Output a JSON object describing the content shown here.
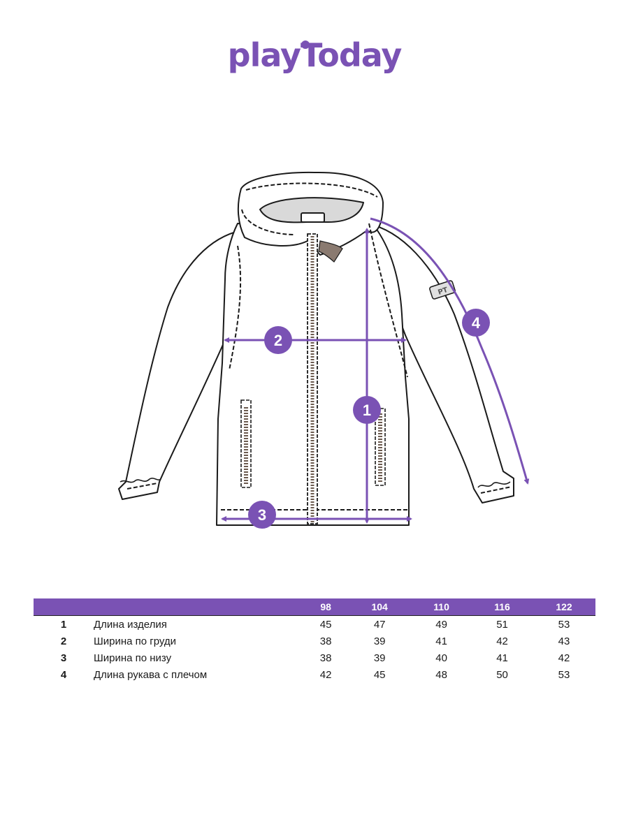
{
  "brand": {
    "logo_text": "playToday",
    "accent_color": "#7a52b4"
  },
  "diagram": {
    "markers": [
      {
        "id": 1,
        "label": "1"
      },
      {
        "id": 2,
        "label": "2"
      },
      {
        "id": 3,
        "label": "3"
      },
      {
        "id": 4,
        "label": "4"
      }
    ],
    "sleeve_patch_text": "PT"
  },
  "size_table": {
    "sizes": [
      "98",
      "104",
      "110",
      "116",
      "122"
    ],
    "rows": [
      {
        "num": "1",
        "name": "Длина изделия",
        "values": [
          "45",
          "47",
          "49",
          "51",
          "53"
        ]
      },
      {
        "num": "2",
        "name": "Ширина по груди",
        "values": [
          "38",
          "39",
          "41",
          "42",
          "43"
        ]
      },
      {
        "num": "3",
        "name": "Ширина по низу",
        "values": [
          "38",
          "39",
          "40",
          "41",
          "42"
        ]
      },
      {
        "num": "4",
        "name": "Длина рукава с плечом",
        "values": [
          "42",
          "45",
          "48",
          "50",
          "53"
        ]
      }
    ]
  }
}
